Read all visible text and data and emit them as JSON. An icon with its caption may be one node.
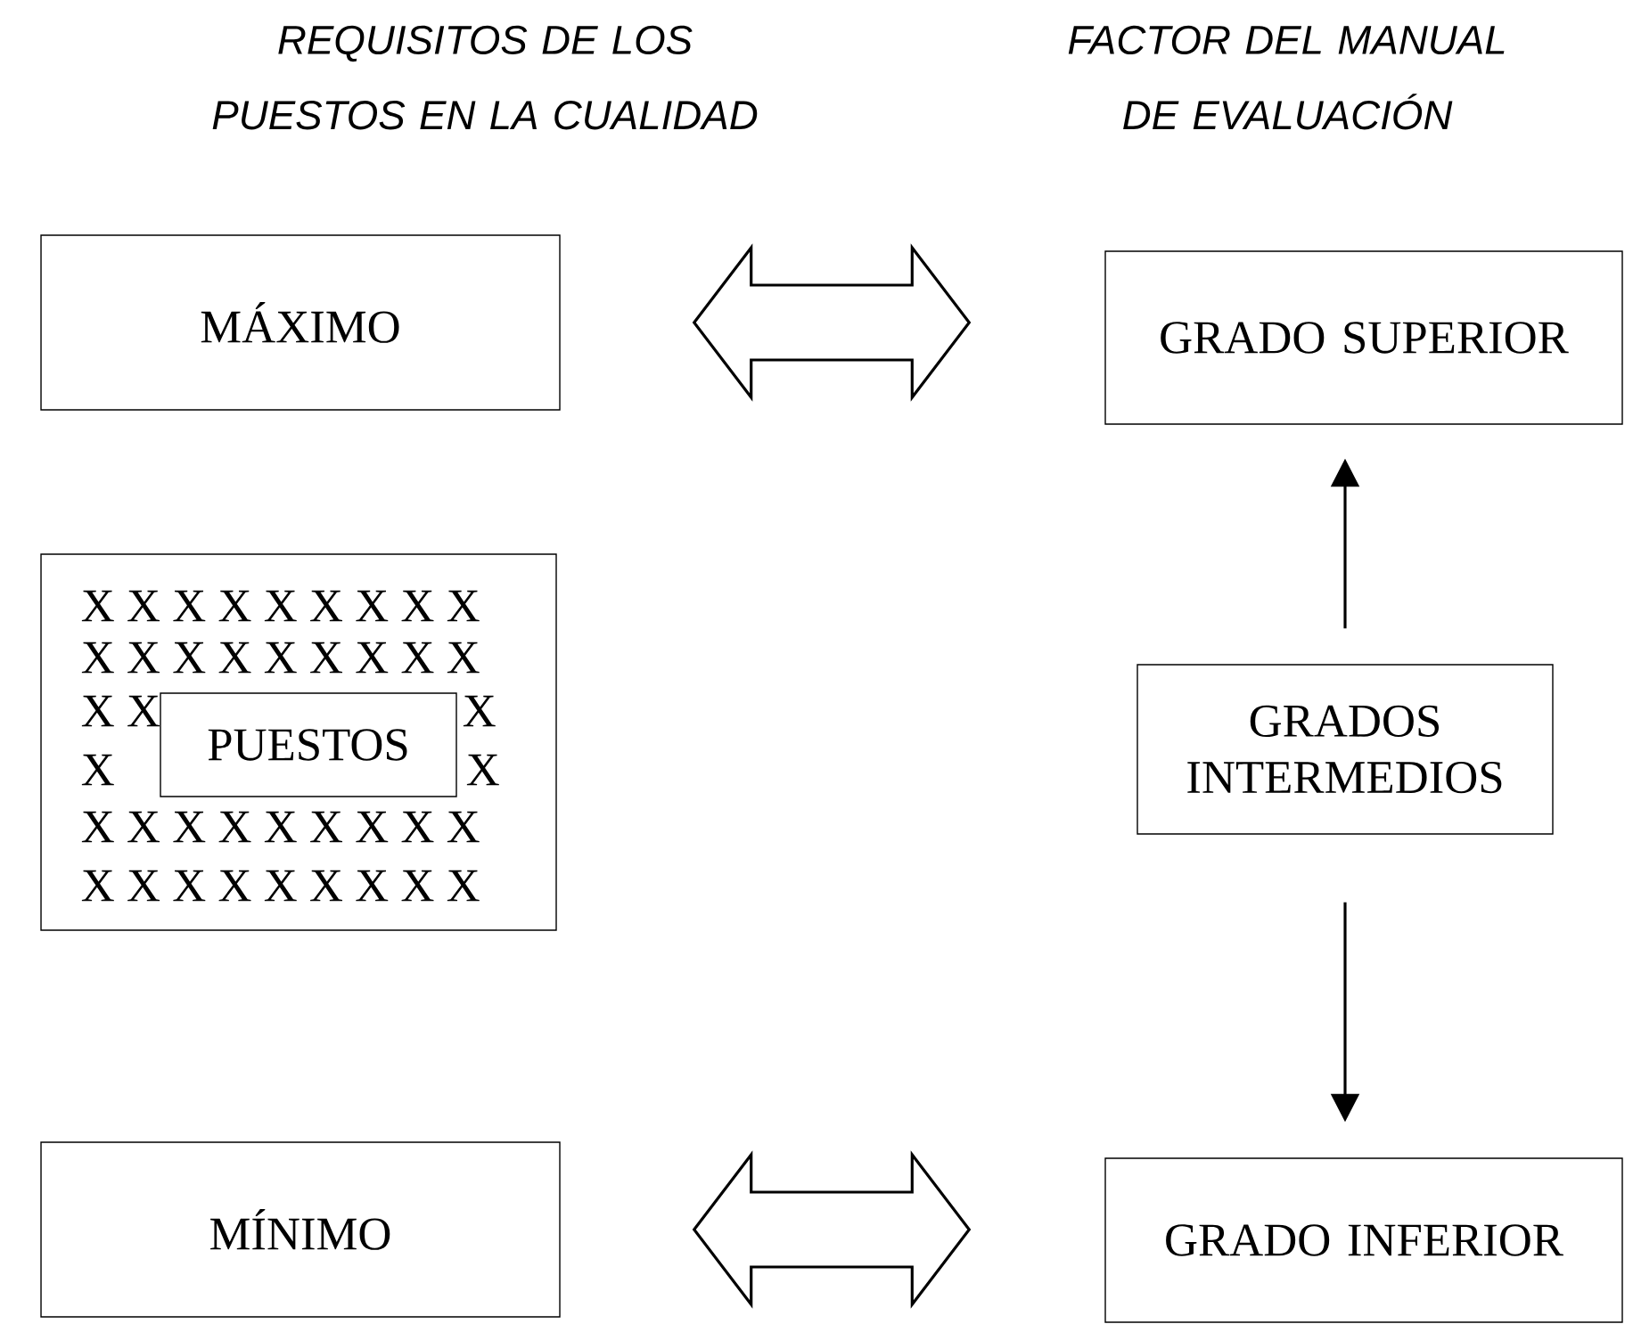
{
  "diagram": {
    "nodes": [
      {
        "text": [
          "MÁXIMO"
        ]
      },
      {
        "text": [
          "GRADO SUPERIOR"
        ]
      },
      {
        "text": [
          "X X X X X X X X X",
          "X X X X X X X X X",
          "X X",
          "X",
          "X",
          "X",
          "X X X X X X X X X",
          "X X X X X X X X X"
        ]
      },
      {
        "text": [
          "PUESTOS"
        ],
        "in": 2
      },
      {
        "text": [
          "GRADOS INTERMEDIOS"
        ]
      },
      {
        "text": [
          "MÍNIMO"
        ]
      },
      {
        "text": [
          "GRADO INFERIOR"
        ]
      }
    ],
    "edges": [
      {
        "from": 0,
        "to": 1,
        "arrow": "both"
      },
      {
        "from": 4,
        "to": 1,
        "arrow": "to"
      },
      {
        "from": 4,
        "to": 6,
        "arrow": "to"
      },
      {
        "from": 5,
        "to": 6,
        "arrow": "both"
      }
    ],
    "labels": [
      "REQUISITOS DE LOS PUESTOS EN LA CUALIDAD",
      "FACTOR DEL MANUAL DE EVALUACIÓN"
    ]
  }
}
